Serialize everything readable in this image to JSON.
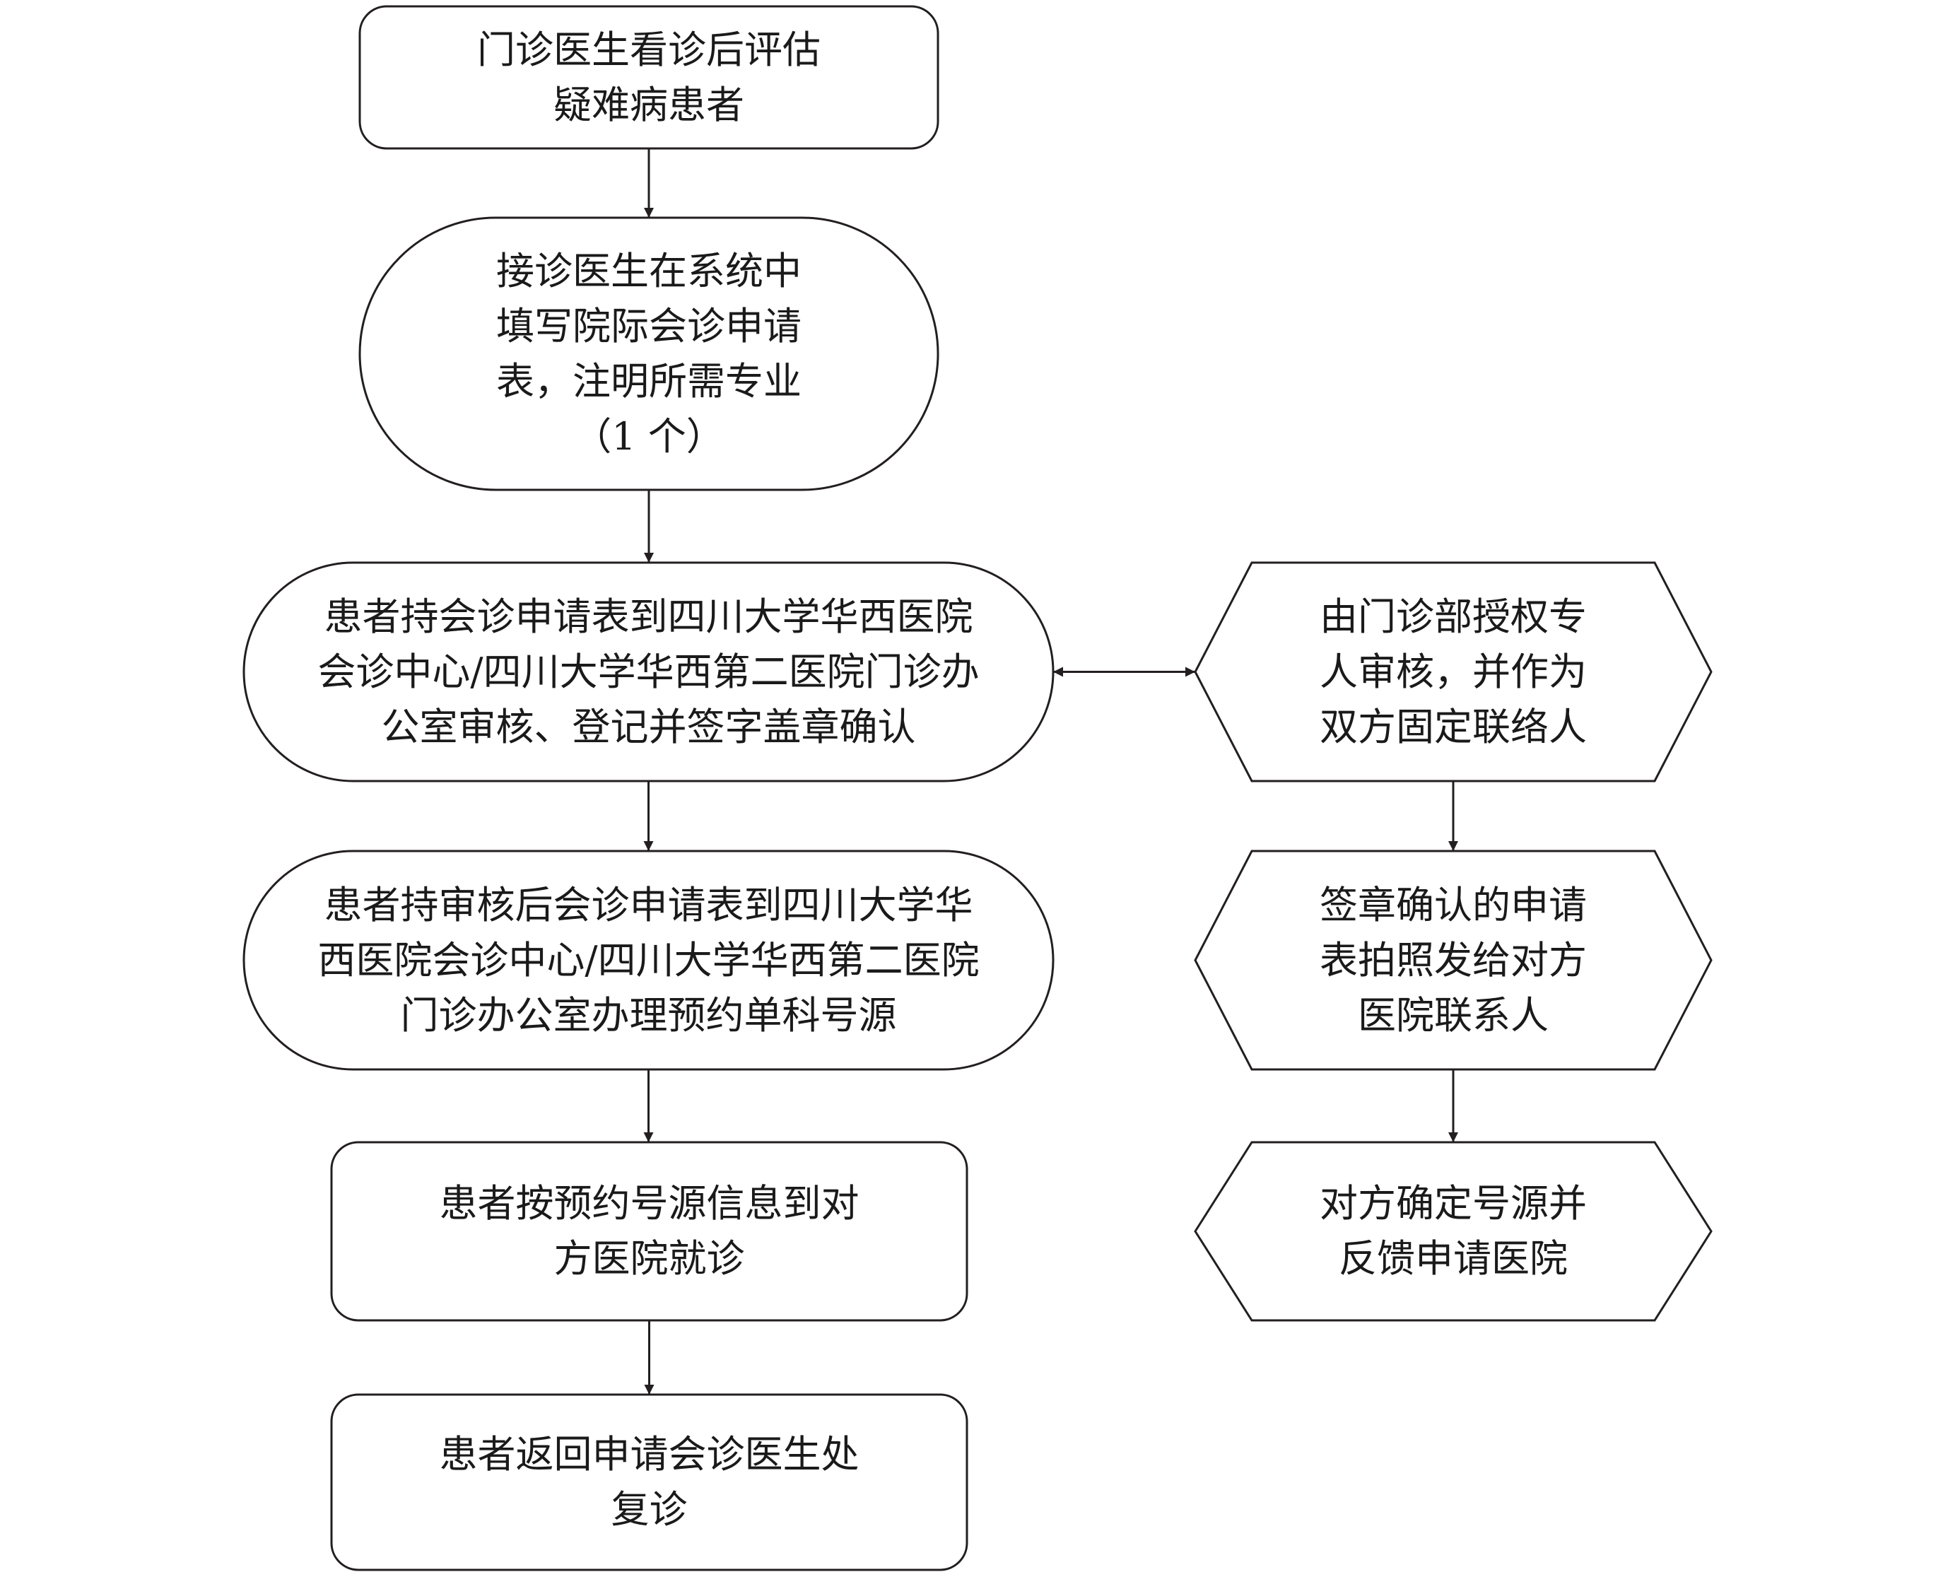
{
  "diagram": {
    "stroke": "#231f20",
    "fill": "#ffffff",
    "text_color": "#1a1a1a",
    "nodes": {
      "n1": {
        "shape": "rounded-rect",
        "lines": [
          "门诊医生看诊后评估",
          "疑难病患者"
        ]
      },
      "n2": {
        "shape": "stadium",
        "lines": [
          "接诊医生在系统中",
          "填写院际会诊申请",
          "表，注明所需专业",
          "（1 个）"
        ]
      },
      "n3": {
        "shape": "stadium",
        "lines": [
          "患者持会诊申请表到四川大学华西医院",
          "会诊中心/四川大学华西第二医院门诊办",
          "公室审核、登记并签字盖章确认"
        ]
      },
      "n4": {
        "shape": "stadium",
        "lines": [
          "患者持审核后会诊申请表到四川大学华",
          "西医院会诊中心/四川大学华西第二医院",
          "门诊办公室办理预约单科号源"
        ]
      },
      "n5": {
        "shape": "rounded-rect",
        "lines": [
          "患者按预约号源信息到对",
          "方医院就诊"
        ]
      },
      "n6": {
        "shape": "rounded-rect",
        "lines": [
          "患者返回申请会诊医生处",
          "复诊"
        ]
      },
      "r1": {
        "shape": "hexagon",
        "lines": [
          "由门诊部授权专",
          "人审核，并作为",
          "双方固定联络人"
        ]
      },
      "r2": {
        "shape": "hexagon",
        "lines": [
          "签章确认的申请",
          "表拍照发给对方",
          "医院联系人"
        ]
      },
      "r3": {
        "shape": "hexagon",
        "lines": [
          "对方确定号源并",
          "反馈申请医院"
        ]
      }
    },
    "edges": [
      {
        "from": "n1",
        "to": "n2",
        "direction": "forward"
      },
      {
        "from": "n2",
        "to": "n3",
        "direction": "forward"
      },
      {
        "from": "n3",
        "to": "n4",
        "direction": "forward"
      },
      {
        "from": "n4",
        "to": "n5",
        "direction": "forward"
      },
      {
        "from": "n5",
        "to": "n6",
        "direction": "forward"
      },
      {
        "from": "n3",
        "to": "r1",
        "direction": "both"
      },
      {
        "from": "r1",
        "to": "r2",
        "direction": "forward"
      },
      {
        "from": "r2",
        "to": "r3",
        "direction": "forward"
      }
    ]
  }
}
